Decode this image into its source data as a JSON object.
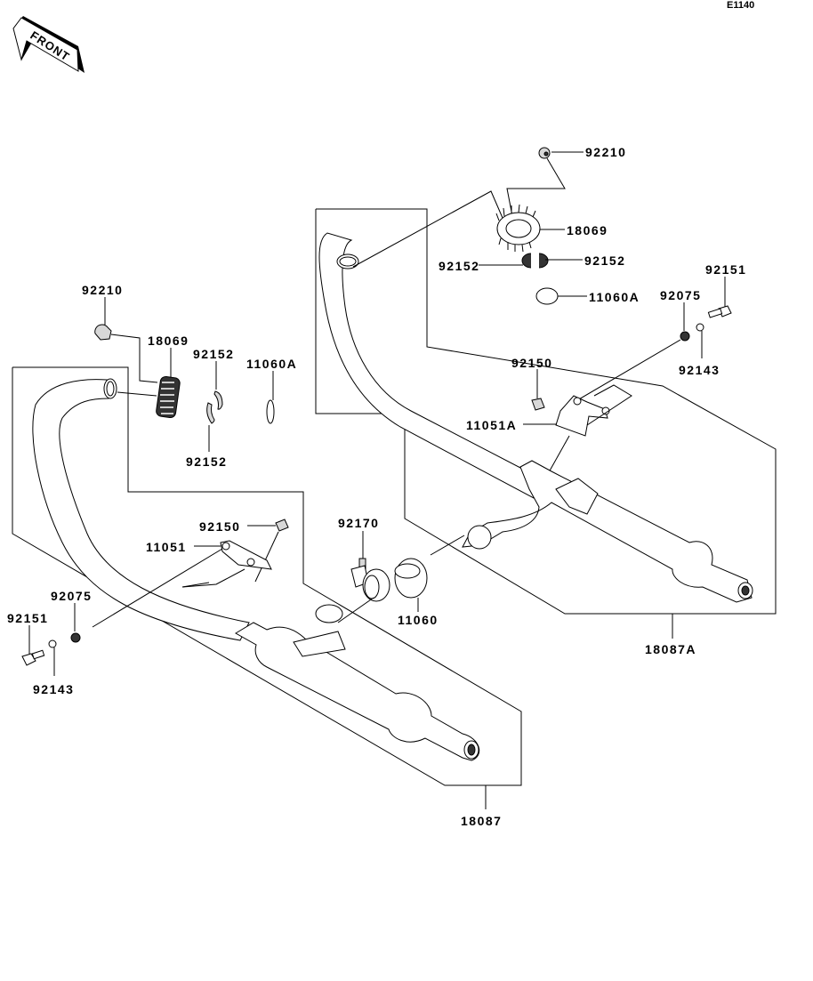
{
  "diagram": {
    "code": "E1140",
    "front_indicator": "FRONT",
    "colors": {
      "line": "#000000",
      "background": "#ffffff"
    },
    "right_assembly": {
      "labels": {
        "nut_92210": "92210",
        "gasket_18069": "18069",
        "collar_92152_left": "92152",
        "collar_92152_right": "92152",
        "gasket_11060A": "11060A",
        "bolt_92151": "92151",
        "damper_92075": "92075",
        "collar_92143": "92143",
        "bolt_92150": "92150",
        "bracket_11051A": "11051A",
        "muffler_18087A": "18087A"
      }
    },
    "left_assembly": {
      "labels": {
        "nut_92210": "92210",
        "gasket_18069": "18069",
        "collar_92152_top": "92152",
        "collar_92152_bottom": "92152",
        "gasket_11060A": "11060A",
        "bolt_92150": "92150",
        "bracket_11051": "11051",
        "damper_92075": "92075",
        "bolt_92151": "92151",
        "collar_92143": "92143",
        "clamp_92170": "92170",
        "gasket_11060": "11060",
        "muffler_18087": "18087"
      }
    }
  }
}
